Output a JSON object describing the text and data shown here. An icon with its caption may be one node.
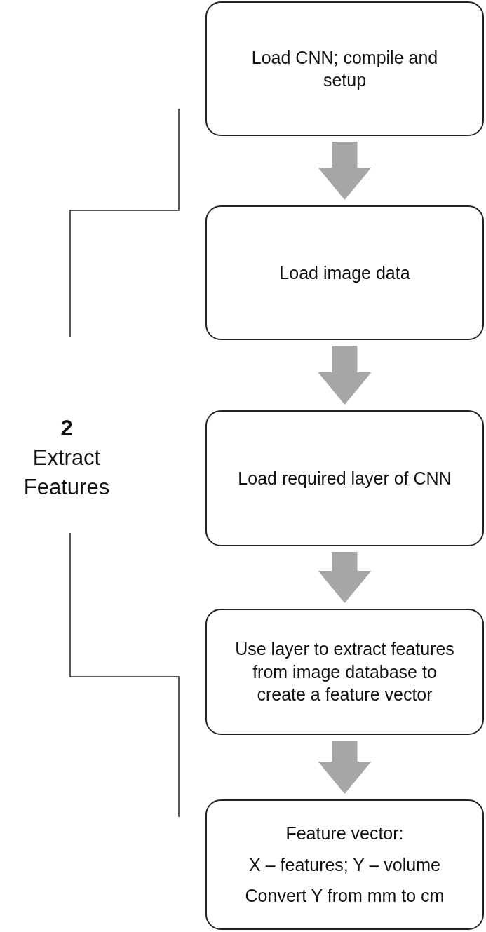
{
  "diagram": {
    "nodes": [
      {
        "text": [
          "Load CNN; compile and setup"
        ]
      },
      {
        "text": [
          "Load image data"
        ]
      },
      {
        "text": [
          "Load required layer of CNN"
        ]
      },
      {
        "text": [
          "Use layer to extract features from image database to create a feature vector"
        ]
      },
      {
        "text": [
          "Feature vector:",
          "X – features; Y – volume",
          "Convert Y from mm to cm"
        ]
      }
    ],
    "edges": [
      {
        "from": 0,
        "to": 1,
        "arrow": "to"
      },
      {
        "from": 1,
        "to": 2,
        "arrow": "to"
      },
      {
        "from": 2,
        "to": 3,
        "arrow": "to"
      },
      {
        "from": 3,
        "to": 4,
        "arrow": "to"
      }
    ],
    "labels": [
      "2",
      "Extract Features"
    ]
  }
}
